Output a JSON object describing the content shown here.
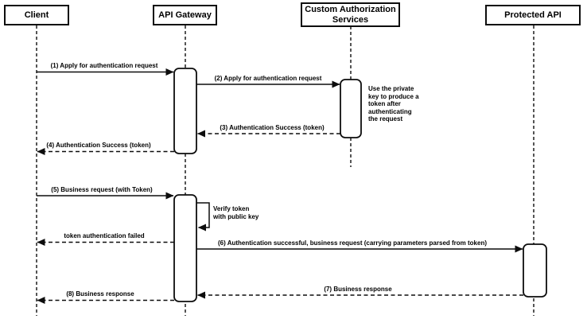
{
  "diagram": {
    "type": "sequence-diagram",
    "colors": {
      "line": "#000000",
      "background": "#ffffff",
      "text": "#000000"
    },
    "participants": [
      {
        "name": "Client"
      },
      {
        "name": "API Gateway"
      },
      {
        "name": "Custom Authorization Services"
      },
      {
        "name": "Protected API"
      }
    ],
    "messages": [
      {
        "label": "(1) Apply for authentication request",
        "from": "Client",
        "to": "API Gateway",
        "style": "solid"
      },
      {
        "label": "(2) Apply for authentication request",
        "from": "API Gateway",
        "to": "Custom Authorization Services",
        "style": "solid"
      },
      {
        "label": "(3) Authentication Success (token)",
        "from": "Custom Authorization Services",
        "to": "API Gateway",
        "style": "dashed"
      },
      {
        "label": "(4) Authentication Success (token)",
        "from": "API Gateway",
        "to": "Client",
        "style": "dashed"
      },
      {
        "label": "(5) Business request (with Token)",
        "from": "Client",
        "to": "API Gateway",
        "style": "solid"
      },
      {
        "label": "Verify token\nwith public key",
        "from": "API Gateway",
        "to": "API Gateway",
        "style": "self"
      },
      {
        "label": "token authentication failed",
        "from": "API Gateway",
        "to": "Client",
        "style": "dashed"
      },
      {
        "label": "(6) Authentication successful, business request (carrying parameters parsed from token)",
        "from": "API Gateway",
        "to": "Protected API",
        "style": "solid"
      },
      {
        "label": "(7) Business response",
        "from": "Protected API",
        "to": "API Gateway",
        "style": "dashed"
      },
      {
        "label": "(8) Business response",
        "from": "API Gateway",
        "to": "Client",
        "style": "dashed"
      }
    ],
    "note": {
      "text": "Use the private\nkey to produce a\ntoken after\nauthenticating\nthe request",
      "attached_to": "Custom Authorization Services"
    }
  }
}
